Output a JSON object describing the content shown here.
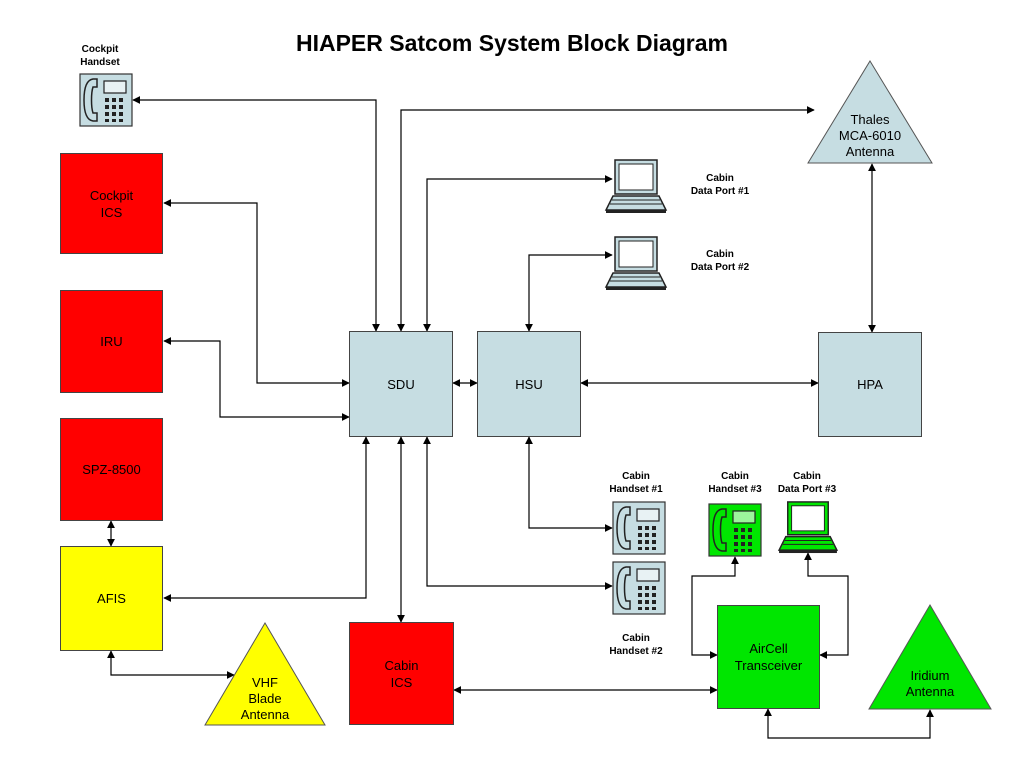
{
  "title": "HIAPER Satcom System Block Diagram",
  "colors": {
    "red_box": "#ff0000",
    "blue_box": "#c6dde2",
    "yellow_box": "#ffff00",
    "green_box": "#00e600",
    "connector": "#000000"
  },
  "blocks": {
    "cockpit_ics": [
      "Cockpit",
      "ICS"
    ],
    "iru": "IRU",
    "spz8500": "SPZ-8500",
    "afis": "AFIS",
    "sdu": "SDU",
    "hsu": "HSU",
    "hpa": "HPA",
    "cabin_ics": [
      "Cabin",
      "ICS"
    ],
    "aircell": [
      "AirCell",
      "Transceiver"
    ]
  },
  "antennas": {
    "thales": [
      "Thales",
      "MCA-6010",
      "Antenna"
    ],
    "vhf": [
      "VHF",
      "Blade",
      "Antenna"
    ],
    "iridium": [
      "Iridium",
      "Antenna"
    ]
  },
  "devices": {
    "cockpit_handset": [
      "Cockpit",
      "Handset"
    ],
    "cabin_data_port_1": [
      "Cabin",
      "Data Port #1"
    ],
    "cabin_data_port_2": [
      "Cabin",
      "Data Port #2"
    ],
    "cabin_handset_1": [
      "Cabin",
      "Handset #1"
    ],
    "cabin_handset_2": [
      "Cabin",
      "Handset #2"
    ],
    "cabin_handset_3": [
      "Cabin",
      "Handset #3"
    ],
    "cabin_data_port_3": [
      "Cabin",
      "Data Port #3"
    ]
  },
  "icons": {
    "phone": "telephone-handset-icon",
    "laptop": "laptop-computer-icon"
  }
}
